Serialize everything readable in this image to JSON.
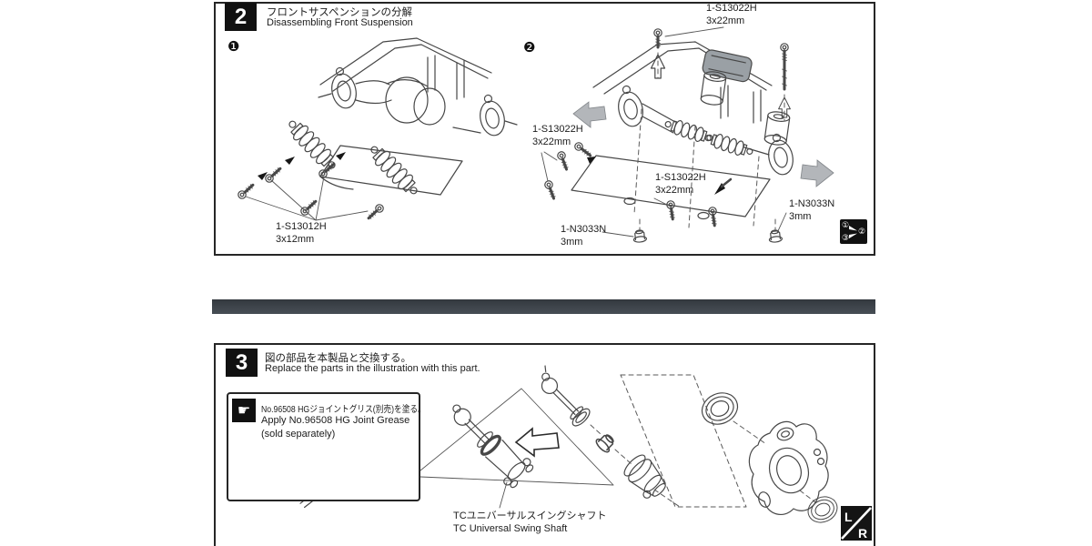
{
  "colors": {
    "divider": "#3f454c",
    "ink": "#1c1c1c",
    "panel_border": "#262626"
  },
  "step2": {
    "number": "2",
    "title_ja": "フロントサスペンションの分解",
    "title_en": "Disassembling Front Suspension",
    "marker_1": "❶",
    "marker_2": "❷",
    "labels": {
      "screw_3x12": {
        "code": "1-S13012H",
        "size": "3x12mm"
      },
      "screw_3x22_top": {
        "code": "1-S13022H",
        "size": "3x22mm"
      },
      "screw_3x22_left": {
        "code": "1-S13022H",
        "size": "3x22mm"
      },
      "screw_3x22_mid": {
        "code": "1-S13022H",
        "size": "3x22mm"
      },
      "nut_3mm_left": {
        "code": "1-N3033N",
        "size": "3mm"
      },
      "nut_3mm_right": {
        "code": "1-N3033N",
        "size": "3mm"
      }
    },
    "sequence_icon": {
      "step_a": "①",
      "step_b": "③",
      "step_target": "②"
    }
  },
  "step3": {
    "number": "3",
    "title_ja": "図の部品を本製品と交換する。",
    "title_en": "Replace the parts in the illustration with this part.",
    "note": {
      "hand_glyph": "☛",
      "line_ja": "No.96508 HGジョイントグリス(別売)を塗る。",
      "line_en_1": "Apply No.96508 HG Joint Grease",
      "line_en_2": "(sold separately)"
    },
    "part_label_ja": "TCユニバーサルスイングシャフト",
    "part_label_en": "TC Universal Swing Shaft",
    "lr_mark": {
      "left": "L",
      "right": "R"
    }
  }
}
